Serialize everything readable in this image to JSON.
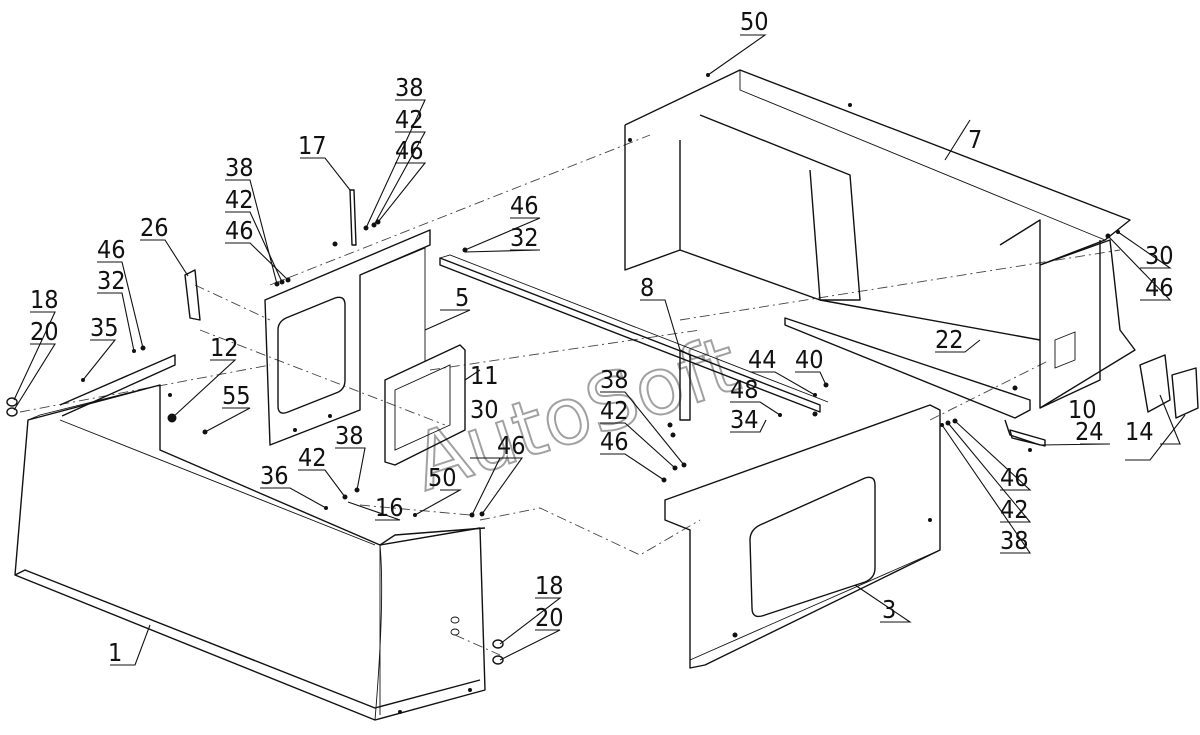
{
  "diagram": {
    "watermark": "AutoSoft",
    "labels": [
      {
        "id": "50a",
        "text": "50"
      },
      {
        "id": "7",
        "text": "7"
      },
      {
        "id": "38a",
        "text": "38"
      },
      {
        "id": "42a",
        "text": "42"
      },
      {
        "id": "46a",
        "text": "46"
      },
      {
        "id": "17",
        "text": "17"
      },
      {
        "id": "38b",
        "text": "38"
      },
      {
        "id": "42b",
        "text": "42"
      },
      {
        "id": "46b",
        "text": "46"
      },
      {
        "id": "26",
        "text": "26"
      },
      {
        "id": "46c",
        "text": "46"
      },
      {
        "id": "32a",
        "text": "32"
      },
      {
        "id": "46d",
        "text": "46"
      },
      {
        "id": "32b",
        "text": "32"
      },
      {
        "id": "18a",
        "text": "18"
      },
      {
        "id": "20a",
        "text": "20"
      },
      {
        "id": "35",
        "text": "35"
      },
      {
        "id": "5",
        "text": "5"
      },
      {
        "id": "12",
        "text": "12"
      },
      {
        "id": "55",
        "text": "55"
      },
      {
        "id": "8",
        "text": "8"
      },
      {
        "id": "11",
        "text": "11"
      },
      {
        "id": "30a",
        "text": "30"
      },
      {
        "id": "46e",
        "text": "46"
      },
      {
        "id": "22",
        "text": "22"
      },
      {
        "id": "44",
        "text": "44"
      },
      {
        "id": "40",
        "text": "40"
      },
      {
        "id": "38c",
        "text": "38"
      },
      {
        "id": "48",
        "text": "48"
      },
      {
        "id": "42c",
        "text": "42"
      },
      {
        "id": "34",
        "text": "34"
      },
      {
        "id": "30b",
        "text": "30"
      },
      {
        "id": "46f",
        "text": "46"
      },
      {
        "id": "46g",
        "text": "46"
      },
      {
        "id": "38d",
        "text": "38"
      },
      {
        "id": "42d",
        "text": "42"
      },
      {
        "id": "36",
        "text": "36"
      },
      {
        "id": "16",
        "text": "16"
      },
      {
        "id": "50b",
        "text": "50"
      },
      {
        "id": "10",
        "text": "10"
      },
      {
        "id": "24",
        "text": "24"
      },
      {
        "id": "14",
        "text": "14"
      },
      {
        "id": "46h",
        "text": "46"
      },
      {
        "id": "42e",
        "text": "42"
      },
      {
        "id": "38e",
        "text": "38"
      },
      {
        "id": "18b",
        "text": "18"
      },
      {
        "id": "20b",
        "text": "20"
      },
      {
        "id": "3",
        "text": "3"
      },
      {
        "id": "1",
        "text": "1"
      }
    ]
  }
}
